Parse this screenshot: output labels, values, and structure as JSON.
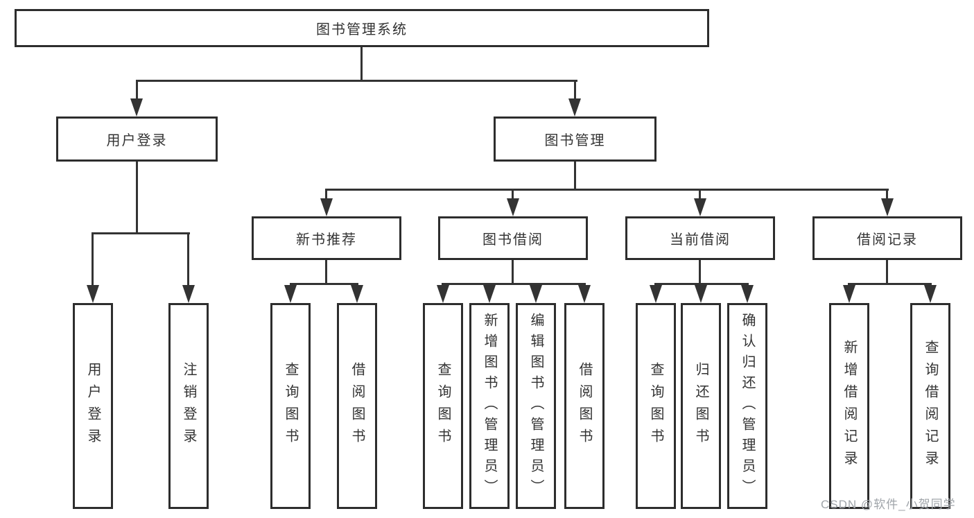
{
  "colors": {
    "line": "#333333",
    "box_border": "#2d2d2d",
    "text": "#333333",
    "watermark": "#a0a5aa",
    "background": "#ffffff"
  },
  "tree": {
    "root": {
      "label": "图书管理系统"
    },
    "children": [
      {
        "label": "用户登录",
        "children": [
          {
            "label": "用户登录"
          },
          {
            "label": "注销登录"
          }
        ]
      },
      {
        "label": "图书管理",
        "children": [
          {
            "label": "新书推荐",
            "children": [
              {
                "label": "查询图书"
              },
              {
                "label": "借阅图书"
              }
            ]
          },
          {
            "label": "图书借阅",
            "children": [
              {
                "label": "查询图书"
              },
              {
                "label": "新增图书（管理员）"
              },
              {
                "label": "编辑图书（管理员）"
              },
              {
                "label": "借阅图书"
              }
            ]
          },
          {
            "label": "当前借阅",
            "children": [
              {
                "label": "查询图书"
              },
              {
                "label": "归还图书"
              },
              {
                "label": "确认归还（管理员）"
              }
            ]
          },
          {
            "label": "借阅记录",
            "children": [
              {
                "label": "新增借阅记录"
              },
              {
                "label": "查询借阅记录"
              }
            ]
          }
        ]
      }
    ]
  },
  "watermark": {
    "text": "CSDN @软件_小贺同学"
  }
}
